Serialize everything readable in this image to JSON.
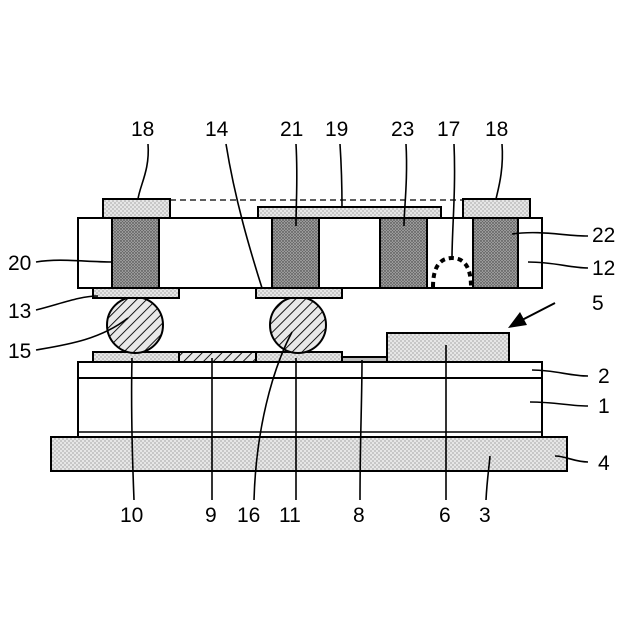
{
  "labels": {
    "top_18_left": "18",
    "top_14": "14",
    "top_21": "21",
    "top_19": "19",
    "top_23": "23",
    "top_17": "17",
    "top_18_right": "18",
    "right_22": "22",
    "right_12": "12",
    "right_5": "5",
    "right_2": "2",
    "right_1": "1",
    "right_4": "4",
    "left_20": "20",
    "left_13": "13",
    "left_15": "15",
    "bottom_10": "10",
    "bottom_9": "9",
    "bottom_16": "16",
    "bottom_11": "11",
    "bottom_8": "8",
    "bottom_6": "6",
    "bottom_3": "3"
  },
  "colors": {
    "line": "#000000",
    "dotted_fill": "#d9d9d9",
    "dark_fill": "#8c8c8c",
    "background": "#ffffff"
  }
}
